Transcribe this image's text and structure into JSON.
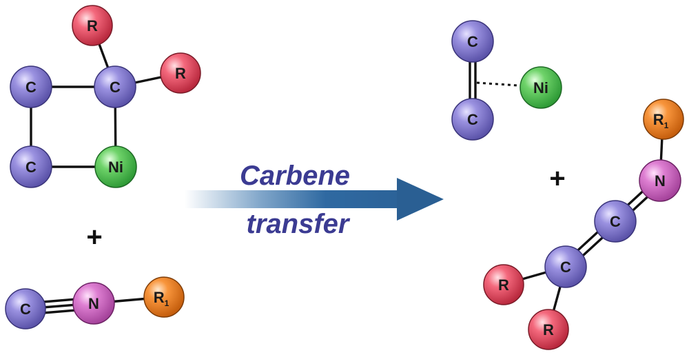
{
  "colors": {
    "carbon": "#8a80d6",
    "nickel": "#62c766",
    "nitrogen": "#d46fc8",
    "r_group": "#f0596f",
    "r1_group": "#f6882d",
    "arrow": "#2f69a1",
    "caption": "#3b3b92"
  },
  "labels": {
    "carbon": "C",
    "nickel": "Ni",
    "nitrogen": "N",
    "r": "R",
    "r1_main": "R",
    "r1_sub": "1"
  },
  "operators": {
    "plus": "+"
  },
  "arrow_caption": {
    "line1": "Carbene",
    "line2": "transfer"
  },
  "icons": {
    "arrow": "right-arrow-icon"
  }
}
